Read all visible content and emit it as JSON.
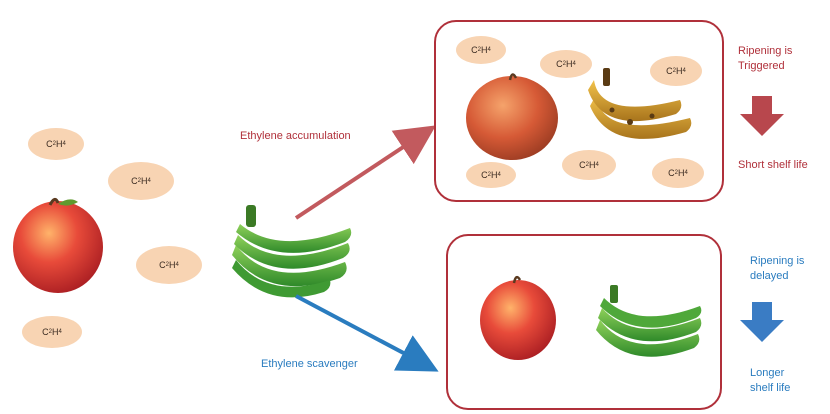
{
  "molecule": {
    "base": "C",
    "sub1": "2",
    "h": "H",
    "sub2": "4"
  },
  "arrows": {
    "top_label": "Ethylene accumulation",
    "bottom_label": "Ethylene scavenger"
  },
  "top_outcome": {
    "line1": "Ripening is",
    "line2": "Triggered",
    "result": "Short shelf life"
  },
  "bottom_outcome": {
    "line1": "Ripening is",
    "line2": "delayed",
    "result1": "Longer",
    "result2": "shelf life"
  },
  "colors": {
    "red": "#b0303a",
    "blue": "#2a7cbf",
    "oval": "#f8d4b3",
    "down_arrow_red": "#b8474d",
    "down_arrow_blue": "#3a7cc4"
  }
}
